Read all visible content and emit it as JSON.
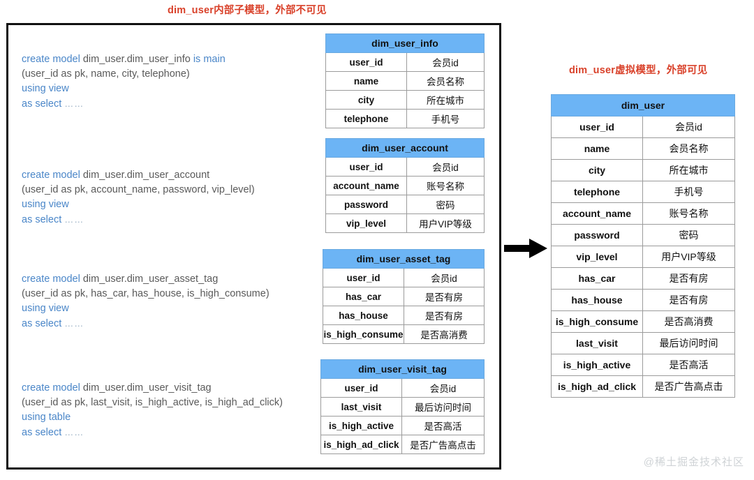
{
  "captions": {
    "left": "dim_user内部子模型，外部不可见",
    "right": "dim_user虚拟模型，外部可见"
  },
  "colors": {
    "caption_red": "#d9412a",
    "table_header_blue": "#6cb4f5",
    "keyword_blue": "#4a86c8",
    "identifier_gray": "#5a5a5a",
    "box_border_black": "#111111",
    "watermark_gray": "#cfd3d6"
  },
  "ddl_blocks": [
    {
      "id": "ddl-0",
      "line1_kw_a": "create model",
      "line1_ident": " dim_user.dim_user_info ",
      "line1_kw_b": "is main",
      "line2": "(user_id as pk, name, city, telephone)",
      "line3": "using view",
      "line4_kw": "as select",
      "line4_dots": "……"
    },
    {
      "id": "ddl-1",
      "line1_kw_a": "create model",
      "line1_ident": " dim_user.dim_user_account",
      "line1_kw_b": "",
      "line2": "(user_id as pk, account_name, password, vip_level)",
      "line3": "using view",
      "line4_kw": "as select",
      "line4_dots": "……"
    },
    {
      "id": "ddl-2",
      "line1_kw_a": "create model",
      "line1_ident": " dim_user.dim_user_asset_tag",
      "line1_kw_b": "",
      "line2": "(user_id as pk, has_car, has_house, is_high_consume)",
      "line3": "using view",
      "line4_kw": "as select",
      "line4_dots": "……"
    },
    {
      "id": "ddl-3",
      "line1_kw_a": "create model",
      "line1_ident": " dim_user.dim_user_visit_tag",
      "line1_kw_b": "",
      "line2": "(user_id as pk, last_visit, is_high_active, is_high_ad_click)",
      "line3": "using table",
      "line4_kw": "as select",
      "line4_dots": "……"
    }
  ],
  "inner_tables": [
    {
      "title": "dim_user_info",
      "rows": [
        {
          "field": "user_id",
          "desc": "会员id"
        },
        {
          "field": "name",
          "desc": "会员名称"
        },
        {
          "field": "city",
          "desc": "所在城市"
        },
        {
          "field": "telephone",
          "desc": "手机号"
        }
      ]
    },
    {
      "title": "dim_user_account",
      "rows": [
        {
          "field": "user_id",
          "desc": "会员id"
        },
        {
          "field": "account_name",
          "desc": "账号名称"
        },
        {
          "field": "password",
          "desc": "密码"
        },
        {
          "field": "vip_level",
          "desc": "用户VIP等级"
        }
      ]
    },
    {
      "title": "dim_user_asset_tag",
      "rows": [
        {
          "field": "user_id",
          "desc": "会员id"
        },
        {
          "field": "has_car",
          "desc": "是否有房"
        },
        {
          "field": "has_house",
          "desc": "是否有房"
        },
        {
          "field": "is_high_consume",
          "desc": "是否高消费"
        }
      ]
    },
    {
      "title": "dim_user_visit_tag",
      "rows": [
        {
          "field": "user_id",
          "desc": "会员id"
        },
        {
          "field": "last_visit",
          "desc": "最后访问时间"
        },
        {
          "field": "is_high_active",
          "desc": "是否高活"
        },
        {
          "field": "is_high_ad_click",
          "desc": "是否广告高点击"
        }
      ]
    }
  ],
  "virtual_table": {
    "title": "dim_user",
    "rows": [
      {
        "field": "user_id",
        "desc": "会员id"
      },
      {
        "field": "name",
        "desc": "会员名称"
      },
      {
        "field": "city",
        "desc": "所在城市"
      },
      {
        "field": "telephone",
        "desc": "手机号"
      },
      {
        "field": "account_name",
        "desc": "账号名称"
      },
      {
        "field": "password",
        "desc": "密码"
      },
      {
        "field": "vip_level",
        "desc": "用户VIP等级"
      },
      {
        "field": "has_car",
        "desc": "是否有房"
      },
      {
        "field": "has_house",
        "desc": "是否有房"
      },
      {
        "field": "is_high_consume",
        "desc": "是否高消费"
      },
      {
        "field": "last_visit",
        "desc": "最后访问时间"
      },
      {
        "field": "is_high_active",
        "desc": "是否高活"
      },
      {
        "field": "is_high_ad_click",
        "desc": "是否广告高点击"
      }
    ]
  },
  "arrow": {
    "icon": "right-arrow-icon"
  },
  "watermark": "@稀土掘金技术社区"
}
